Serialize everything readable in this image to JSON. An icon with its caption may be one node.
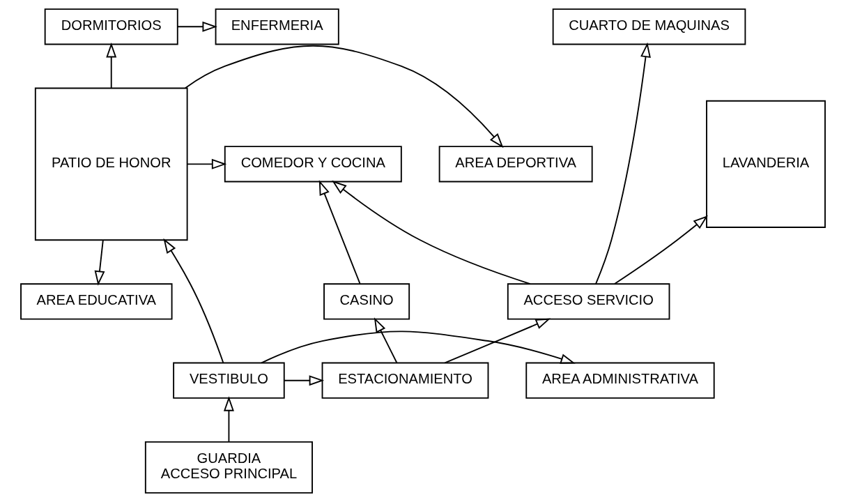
{
  "diagram": {
    "nodes": [
      {
        "text": [
          "ENFERMERIA"
        ]
      },
      {
        "text": [
          "DORMITORIOS"
        ]
      },
      {
        "text": [
          "CUARTO DE MAQUINAS"
        ]
      },
      {
        "text": [
          "AREA DEPORTIVA"
        ]
      },
      {
        "text": [
          "PATIO DE HONOR"
        ]
      },
      {
        "text": [
          "COMEDOR Y COCINA"
        ]
      },
      {
        "text": [
          "LAVANDERIA"
        ]
      },
      {
        "text": [
          "AREA EDUCATIVA"
        ]
      },
      {
        "text": [
          "CASINO"
        ]
      },
      {
        "text": [
          "ACCESO SERVICIO"
        ]
      },
      {
        "text": [
          "AREA ADMINISTRATIVA"
        ]
      },
      {
        "text": [
          "VESTIBULO"
        ]
      },
      {
        "text": [
          "ESTACIONAMIENTO"
        ]
      },
      {
        "text": [
          "GUARDIA",
          "ACCESO PRINCIPAL"
        ]
      }
    ],
    "edges": [
      {
        "from": 1,
        "to": 0,
        "arrow": "to"
      },
      {
        "from": 4,
        "to": 1,
        "arrow": "to"
      },
      {
        "from": 4,
        "to": 3,
        "arrow": "to"
      },
      {
        "from": 4,
        "to": 5,
        "arrow": "to"
      },
      {
        "from": 4,
        "to": 7,
        "arrow": "to"
      },
      {
        "from": 8,
        "to": 5,
        "arrow": "to"
      },
      {
        "from": 9,
        "to": 2,
        "arrow": "to"
      },
      {
        "from": 9,
        "to": 5,
        "arrow": "to"
      },
      {
        "from": 9,
        "to": 6,
        "arrow": "to"
      },
      {
        "from": 11,
        "to": 4,
        "arrow": "to"
      },
      {
        "from": 11,
        "to": 10,
        "arrow": "to"
      },
      {
        "from": 11,
        "to": 12,
        "arrow": "to"
      },
      {
        "from": 12,
        "to": 8,
        "arrow": "to"
      },
      {
        "from": 12,
        "to": 9,
        "arrow": "to"
      },
      {
        "from": 13,
        "to": 11,
        "arrow": "to"
      }
    ]
  }
}
